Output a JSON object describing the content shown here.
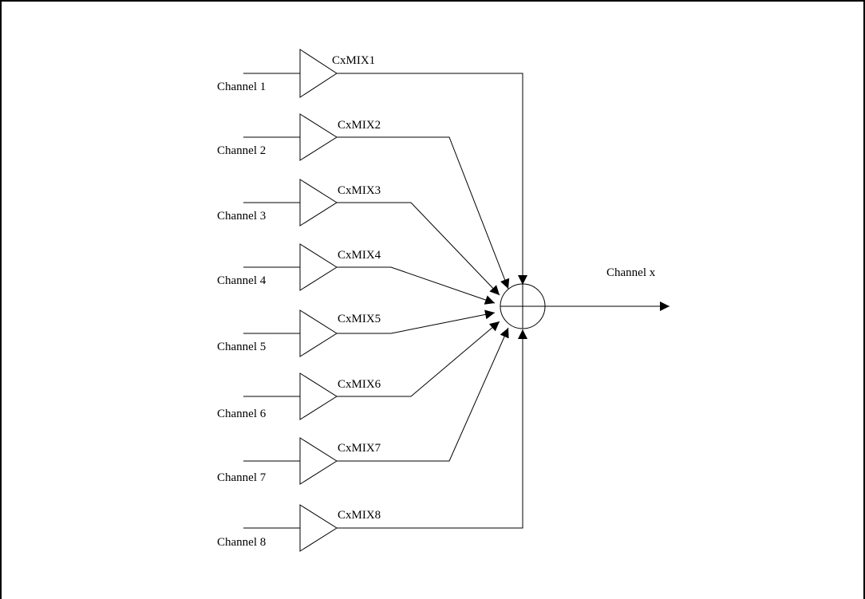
{
  "channels": [
    {
      "label": "Channel 1",
      "gain": "CxMIX1"
    },
    {
      "label": "Channel 2",
      "gain": "CxMIX2"
    },
    {
      "label": "Channel 3",
      "gain": "CxMIX3"
    },
    {
      "label": "Channel 4",
      "gain": "CxMIX4"
    },
    {
      "label": "Channel 5",
      "gain": "CxMIX5"
    },
    {
      "label": "Channel 6",
      "gain": "CxMIX6"
    },
    {
      "label": "Channel 7",
      "gain": "CxMIX7"
    },
    {
      "label": "Channel 8",
      "gain": "CxMIX8"
    }
  ],
  "output": {
    "label": "Channel x"
  }
}
